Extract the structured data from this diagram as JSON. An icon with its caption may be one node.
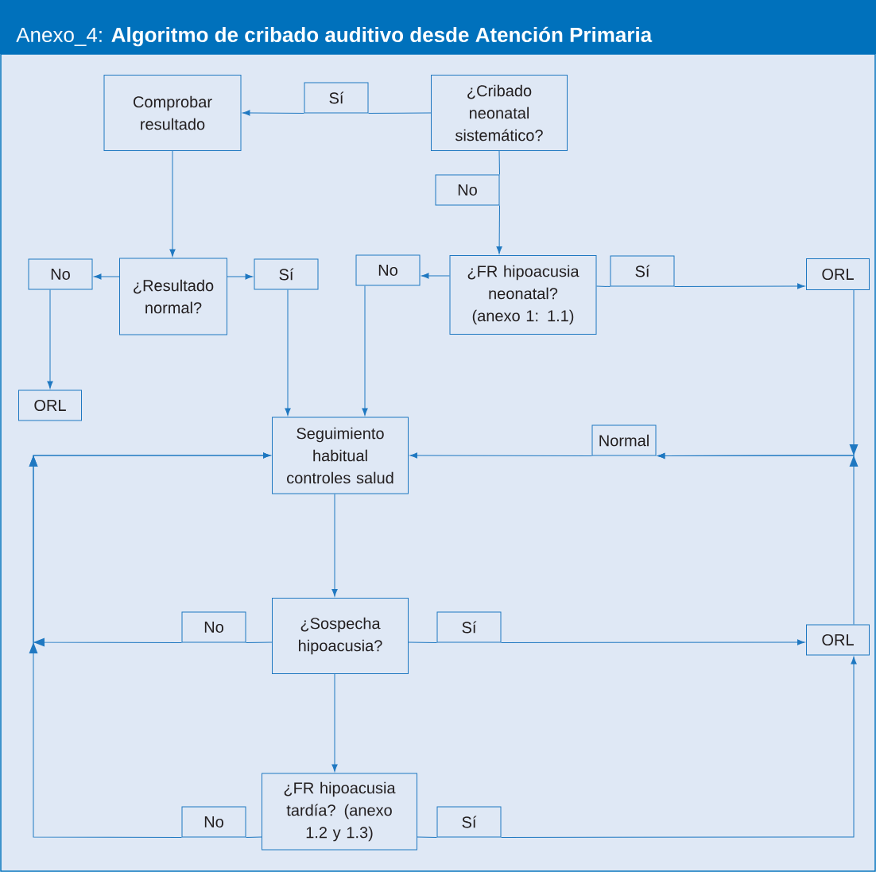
{
  "diagram": {
    "title": "Anexo_4: **Algoritmo de cribado auditivo desde Atención Primaria**",
    "nodes": [
      {
        "text": [
          "¿Cribado neonatal sistemático?"
        ]
      },
      {
        "text": [
          "Comprobar resultado"
        ]
      },
      {
        "text": [
          "¿Resultado normal?"
        ]
      },
      {
        "text": [
          "No"
        ]
      },
      {
        "text": [
          "Sí"
        ]
      },
      {
        "text": [
          "ORL"
        ]
      },
      {
        "text": [
          "No"
        ]
      },
      {
        "text": [
          "¿FR hipoacusia neonatal? (anexo 1: 1.1)"
        ]
      },
      {
        "text": [
          "ORL"
        ]
      },
      {
        "text": [
          "Seguimiento habitual controles salud"
        ]
      },
      {
        "text": [
          "¿Sospecha hipoacusia?"
        ]
      },
      {
        "text": [
          "ORL"
        ]
      },
      {
        "text": [
          "¿FR hipoacusia tardía? (anexo 1.2 y 1.3)"
        ]
      },
      {
        "text": [
          "Sí"
        ]
      },
      {
        "text": [
          "No"
        ]
      },
      {
        "text": [
          "Sí"
        ]
      },
      {
        "text": [
          "Normal"
        ]
      },
      {
        "text": [
          "No"
        ]
      },
      {
        "text": [
          "Sí"
        ]
      },
      {
        "text": [
          "No"
        ]
      },
      {
        "text": [
          "Sí"
        ]
      }
    ],
    "edges": [
      {
        "from": 0,
        "to": 13,
        "arrow": "none"
      },
      {
        "from": 13,
        "to": 1,
        "arrow": "to"
      },
      {
        "from": 0,
        "to": 14,
        "arrow": "none"
      },
      {
        "from": 14,
        "to": 7,
        "arrow": "to"
      },
      {
        "from": 1,
        "to": 2,
        "arrow": "to"
      },
      {
        "from": 2,
        "to": 3,
        "arrow": "to"
      },
      {
        "from": 2,
        "to": 4,
        "arrow": "to"
      },
      {
        "from": 3,
        "to": 5,
        "arrow": "to"
      },
      {
        "from": 4,
        "to": 9,
        "arrow": "to"
      },
      {
        "from": 7,
        "to": 6,
        "arrow": "to"
      },
      {
        "from": 6,
        "to": 9,
        "arrow": "to"
      },
      {
        "from": 7,
        "to": 15,
        "arrow": "none"
      },
      {
        "from": 15,
        "to": 8,
        "arrow": "to"
      },
      {
        "from": 8,
        "to": 16,
        "arrow": "to"
      },
      {
        "from": 11,
        "to": 16,
        "arrow": "to"
      },
      {
        "from": 16,
        "to": 9,
        "arrow": "to"
      },
      {
        "from": 9,
        "to": 10,
        "arrow": "to"
      },
      {
        "from": 10,
        "to": 17,
        "arrow": "none"
      },
      {
        "from": 17,
        "to": 9,
        "arrow": "to"
      },
      {
        "from": 10,
        "to": 18,
        "arrow": "none"
      },
      {
        "from": 18,
        "to": 11,
        "arrow": "to"
      },
      {
        "from": 10,
        "to": 12,
        "arrow": "to"
      },
      {
        "from": 12,
        "to": 19,
        "arrow": "none"
      },
      {
        "from": 19,
        "to": 9,
        "arrow": "to"
      },
      {
        "from": 12,
        "to": 20,
        "arrow": "none"
      },
      {
        "from": 20,
        "to": 11,
        "arrow": "to"
      }
    ]
  }
}
